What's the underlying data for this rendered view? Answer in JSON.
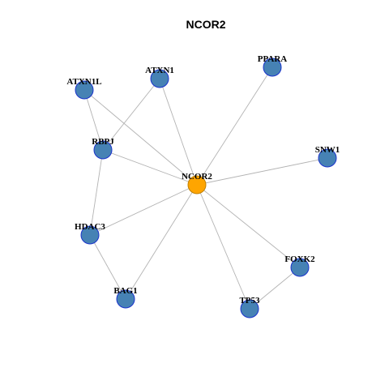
{
  "title": "NCOR2",
  "colors": {
    "hub_fill": "#FFA500",
    "hub_stroke": "#C08000",
    "node_fill": "#4682B4",
    "node_stroke": "#1A33CC",
    "edge": "#B3B3B3"
  },
  "nodes": [
    {
      "id": "NCOR2",
      "label": "NCOR2",
      "hub": true
    },
    {
      "id": "ATXN1L",
      "label": "ATXN1L",
      "hub": false
    },
    {
      "id": "ATXN1",
      "label": "ATXN1",
      "hub": false
    },
    {
      "id": "PPARA",
      "label": "PPARA",
      "hub": false
    },
    {
      "id": "RBPJ",
      "label": "RBPJ",
      "hub": false
    },
    {
      "id": "SNW1",
      "label": "SNW1",
      "hub": false
    },
    {
      "id": "HDAC3",
      "label": "HDAC3",
      "hub": false
    },
    {
      "id": "FOXK2",
      "label": "FOXK2",
      "hub": false
    },
    {
      "id": "BAG1",
      "label": "BAG1",
      "hub": false
    },
    {
      "id": "TP53",
      "label": "TP53",
      "hub": false
    }
  ],
  "edges": [
    [
      "NCOR2",
      "ATXN1L"
    ],
    [
      "NCOR2",
      "ATXN1"
    ],
    [
      "NCOR2",
      "PPARA"
    ],
    [
      "NCOR2",
      "RBPJ"
    ],
    [
      "NCOR2",
      "SNW1"
    ],
    [
      "NCOR2",
      "HDAC3"
    ],
    [
      "NCOR2",
      "FOXK2"
    ],
    [
      "NCOR2",
      "BAG1"
    ],
    [
      "NCOR2",
      "TP53"
    ],
    [
      "ATXN1L",
      "RBPJ"
    ],
    [
      "ATXN1",
      "RBPJ"
    ],
    [
      "RBPJ",
      "HDAC3"
    ],
    [
      "HDAC3",
      "BAG1"
    ],
    [
      "FOXK2",
      "TP53"
    ]
  ]
}
